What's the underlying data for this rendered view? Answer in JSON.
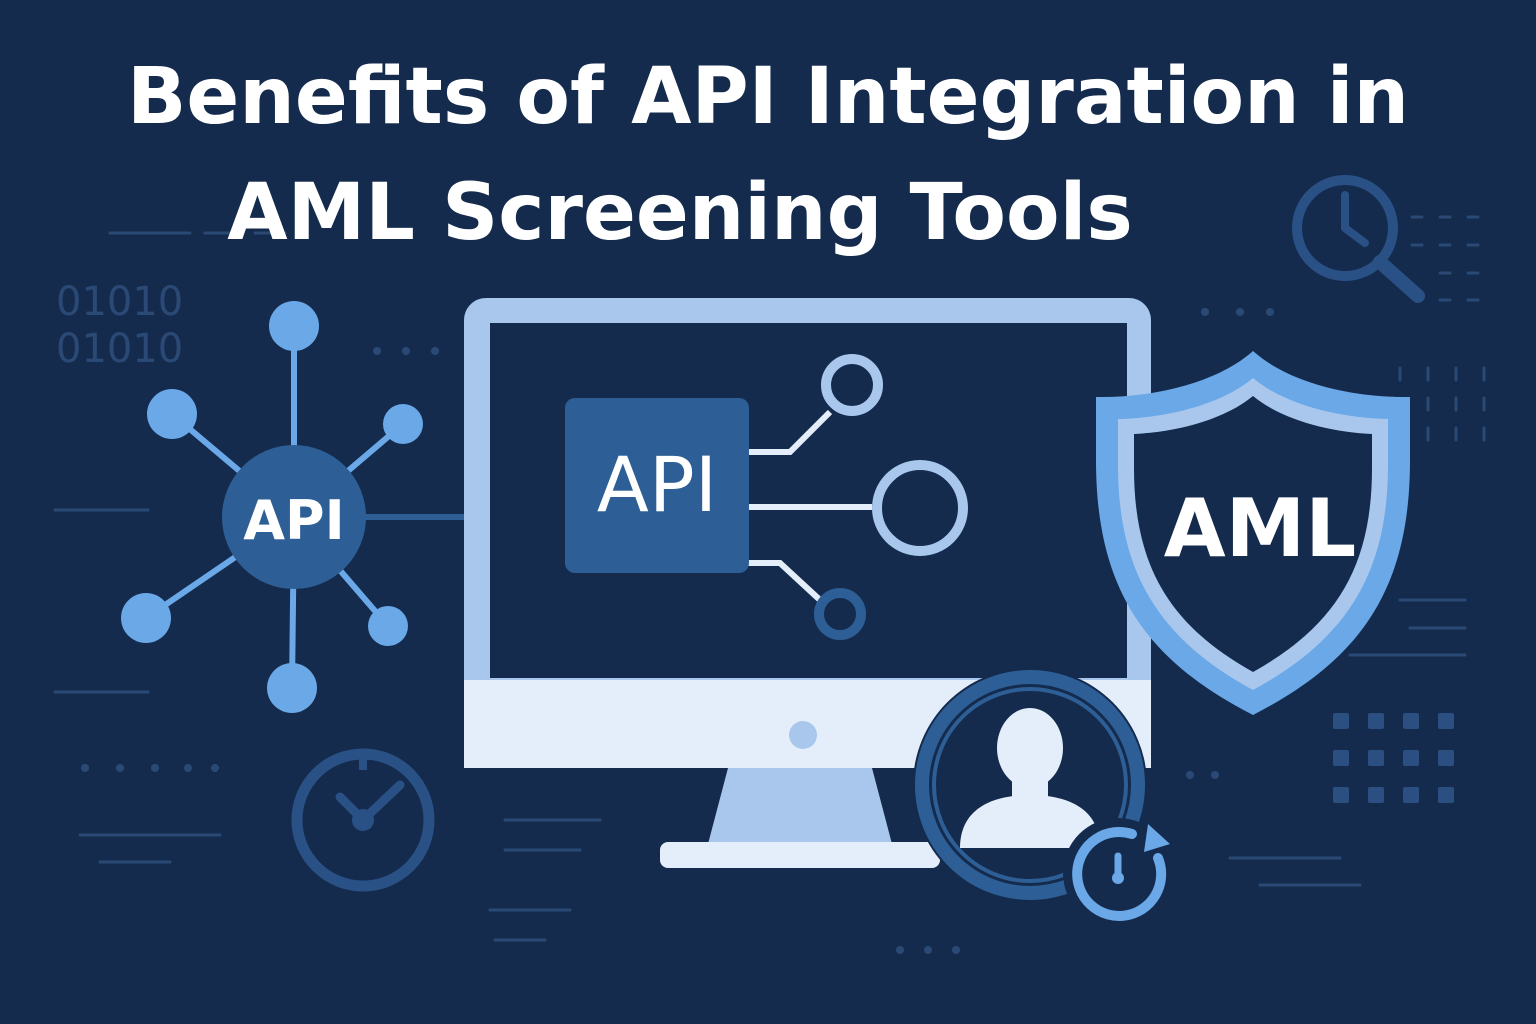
{
  "title": {
    "line1": "Benefits of API Integration in",
    "line2": "AML Screening Tools"
  },
  "binary": {
    "row1": "01010",
    "row2": "01010"
  },
  "hub": {
    "label": "API",
    "icon": "network-hub-icon"
  },
  "monitor": {
    "api_label": "API",
    "icon": "computer-monitor-icon"
  },
  "shield": {
    "label": "AML",
    "icon": "shield-icon"
  },
  "icons": {
    "clock": "clock-icon",
    "magnifier_clock": "clock-search-icon",
    "user": "user-icon",
    "refresh_timer": "refresh-timer-icon"
  },
  "colors": {
    "background": "#142b4d",
    "light_blue": "#6aa8e8",
    "mid_blue": "#2d5f96",
    "pale_blue": "#a9c7ec",
    "white": "#ffffff"
  }
}
